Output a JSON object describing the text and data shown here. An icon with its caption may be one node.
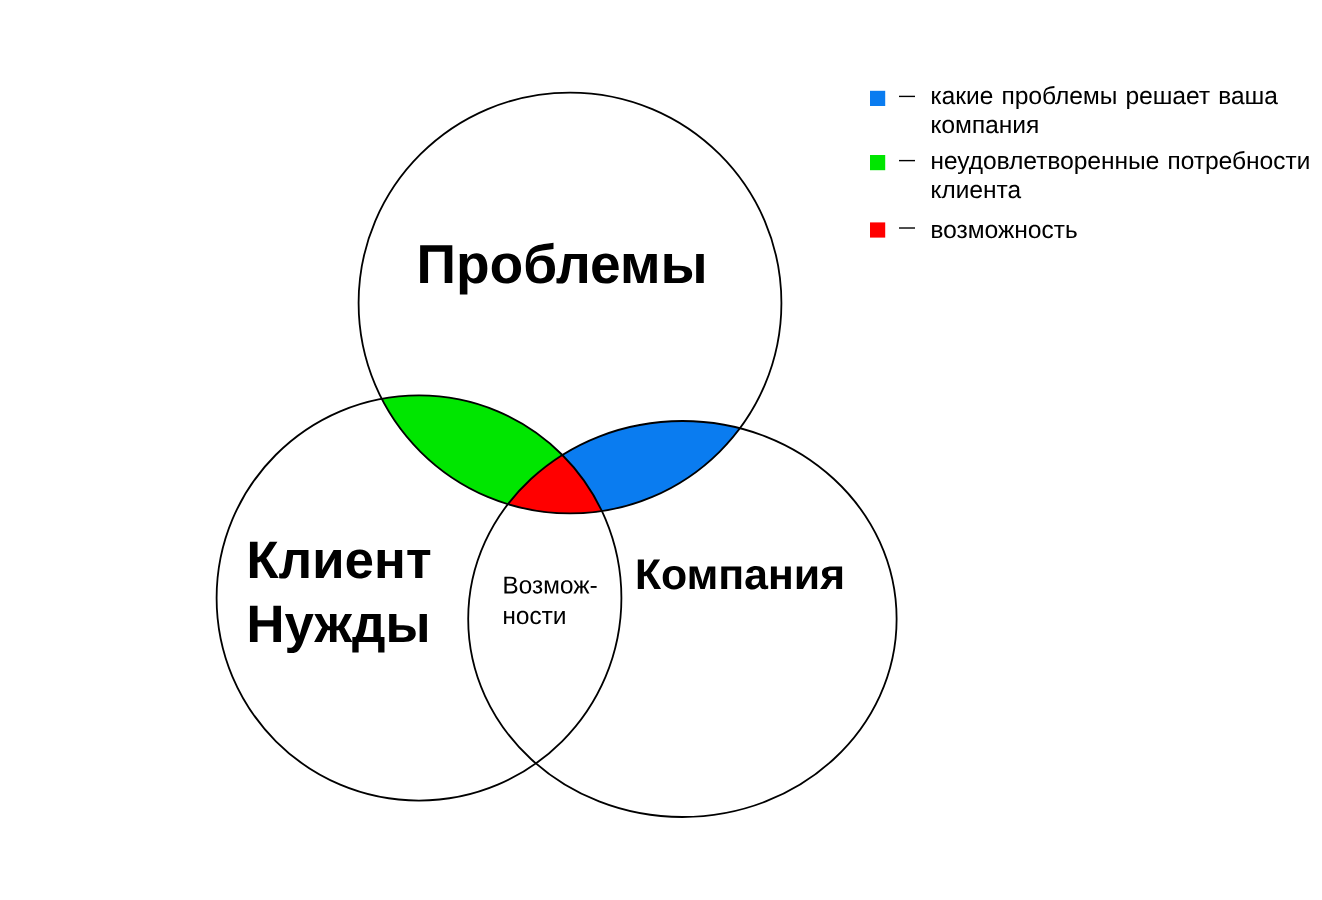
{
  "diagram": {
    "nodes": [
      {
        "text": [
          "Проблемы"
        ]
      },
      {
        "text": [
          "Клиент Нужды"
        ]
      },
      {
        "text": [
          "Компания"
        ]
      },
      {
        "text": [],
        "shape": "lens"
      },
      {
        "text": [],
        "shape": "triangle"
      },
      {
        "text": [],
        "shape": "lens"
      }
    ],
    "labels": [
      "Возмож- ности"
    ],
    "legend": [
      {
        "text": "какие проблемы решает ваша компания",
        "color": "#0a7cf0"
      },
      {
        "text": "неудовлетворенные потребности клиента",
        "color": "#00e600"
      },
      {
        "text": "возможность",
        "color": "#ff0000"
      }
    ]
  }
}
